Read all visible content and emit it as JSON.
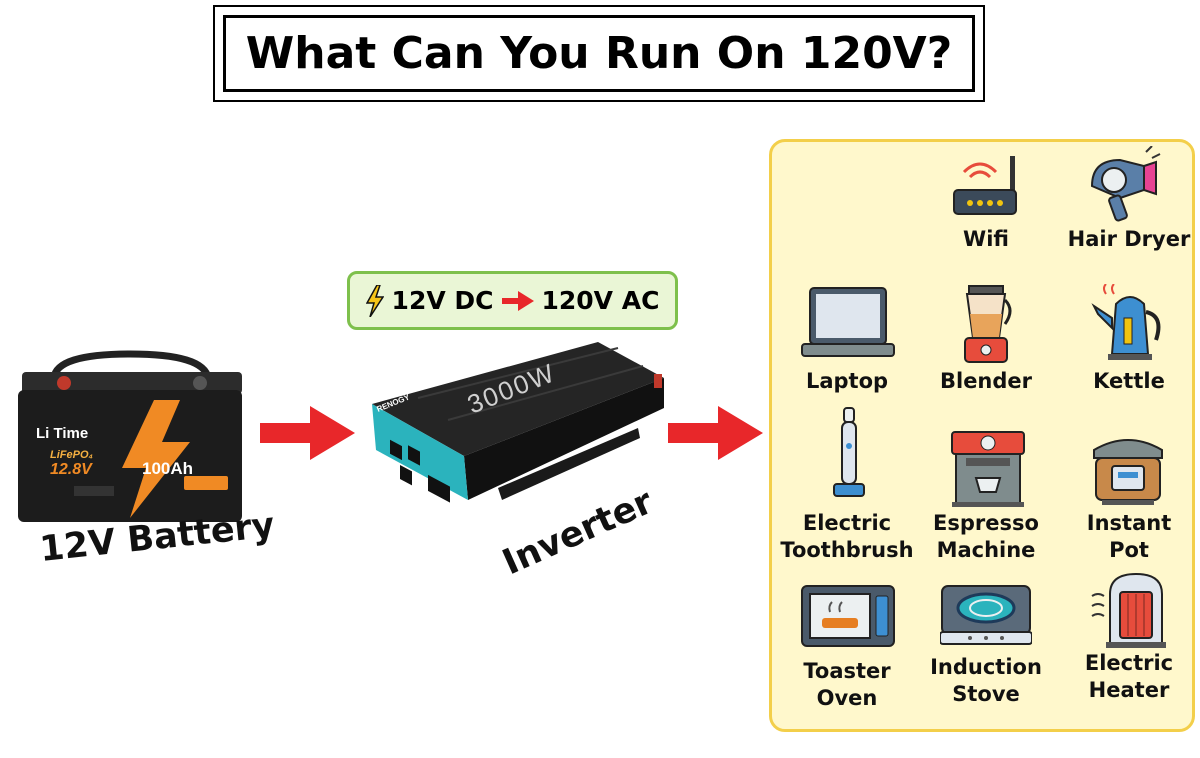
{
  "title": "What Can You Run On 120V?",
  "battery": {
    "label": "12V Battery",
    "brand": "Li Time",
    "chemistry": "LiFePO₄",
    "voltage": "12.8V",
    "capacity": "100Ah"
  },
  "inverter": {
    "label": "Inverter",
    "brand": "RENOGY",
    "power": "3000W"
  },
  "conversion": {
    "from": "12V DC",
    "to": "120V AC"
  },
  "appliances": [
    {
      "name": "Wifi",
      "icon": "wifi-router-icon"
    },
    {
      "name": "Hair Dryer",
      "icon": "hair-dryer-icon"
    },
    {
      "name": "Laptop",
      "icon": "laptop-icon"
    },
    {
      "name": "Blender",
      "icon": "blender-icon"
    },
    {
      "name": "Kettle",
      "icon": "kettle-icon"
    },
    {
      "name": "Electric Toothbrush",
      "line1": "Electric",
      "line2": "Toothbrush",
      "icon": "toothbrush-icon"
    },
    {
      "name": "Espresso Machine",
      "line1": "Espresso",
      "line2": "Machine",
      "icon": "espresso-machine-icon"
    },
    {
      "name": "Instant Pot",
      "line1": "Instant",
      "line2": "Pot",
      "icon": "instant-pot-icon"
    },
    {
      "name": "Toaster Oven",
      "line1": "Toaster",
      "line2": "Oven",
      "icon": "toaster-oven-icon"
    },
    {
      "name": "Induction Stove",
      "line1": "Induction",
      "line2": "Stove",
      "icon": "induction-stove-icon"
    },
    {
      "name": "Electric Heater",
      "line1": "Electric",
      "line2": "Heater",
      "icon": "electric-heater-icon"
    }
  ],
  "colors": {
    "arrow": "#e8272a",
    "badge_fill": "#eaf6d6",
    "badge_border": "#7ec04c",
    "panel_fill": "#fff8cc",
    "panel_border": "#f3cf4a",
    "inverter_accent": "#2bb3bd",
    "battery_accent": "#f08a24"
  }
}
